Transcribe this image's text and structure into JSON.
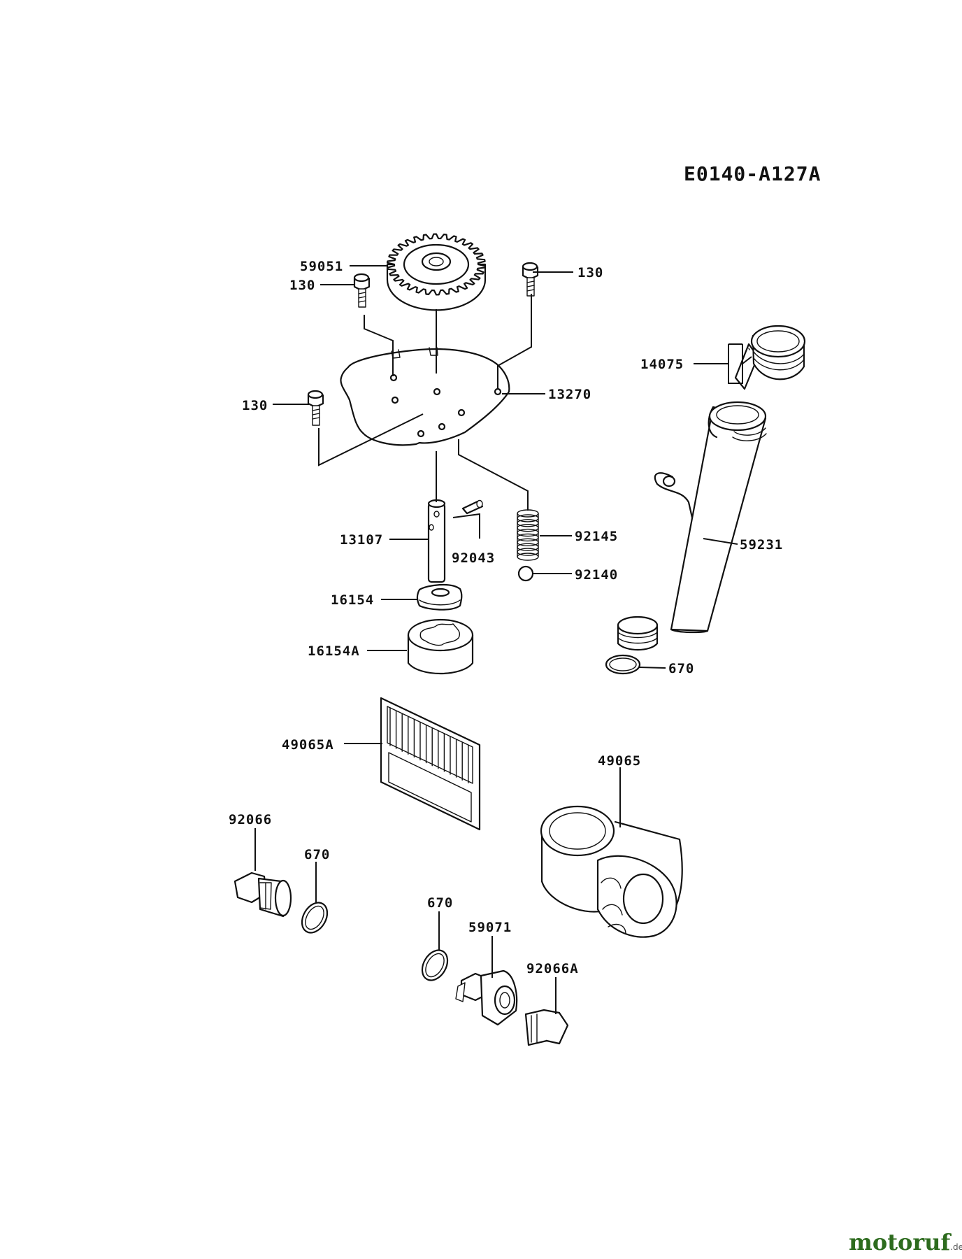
{
  "diagram_code": "E0140-A127A",
  "watermark": {
    "text": "motoruf",
    "tld": ".de"
  },
  "labels": {
    "gear": "59051",
    "bolt_top_left": "130",
    "bolt_top_right": "130",
    "bolt_left": "130",
    "plate": "13270",
    "dipstick_cap": "14075",
    "shaft": "13107",
    "pin": "92043",
    "spring": "92145",
    "ball": "92140",
    "inner_rotor": "16154",
    "outer_rotor": "16154A",
    "oil_tube": "59231",
    "tube_oring": "670",
    "screen_filter": "49065A",
    "oil_filter": "49065",
    "drain_plug": "92066",
    "plug_oring": "670",
    "fitting_oring": "670",
    "fitting": "59071",
    "plug_small": "92066A"
  }
}
